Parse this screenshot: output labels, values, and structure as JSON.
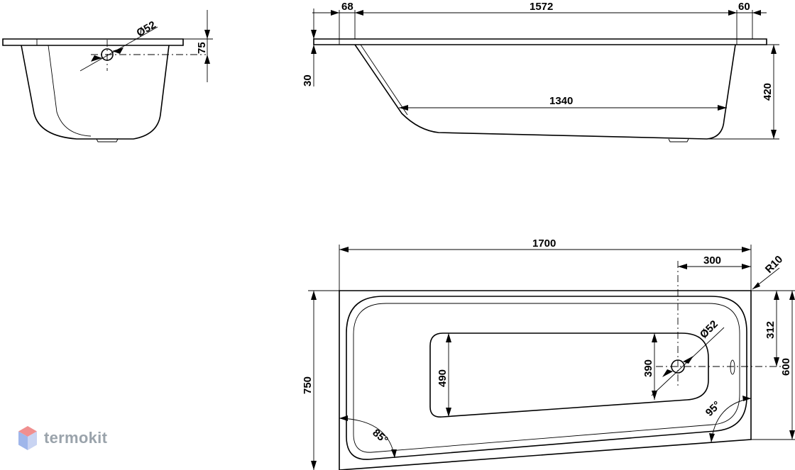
{
  "side_view": {
    "drain_diameter": "Ø52",
    "drain_height": "75"
  },
  "front_view": {
    "left_rim": "68",
    "top_length": "1572",
    "right_rim": "60",
    "rim_thickness": "30",
    "height": "420",
    "bottom_length": "1340"
  },
  "plan_view": {
    "total_length": "1700",
    "drain_offset": "300",
    "corner_radius": "R10",
    "total_width": "750",
    "drain_from_top": "312",
    "right_width": "600",
    "drain_diameter": "Ø52",
    "inner_width_left": "490",
    "inner_width_right": "390",
    "angle_left": "85°",
    "angle_right": "95°"
  },
  "brand": {
    "name": "termokit",
    "logo_icon": "hexagon-cube-icon",
    "colors": {
      "top": "#f08f8f",
      "left": "#9fb6ea",
      "right": "#c9d4f2",
      "text": "#9aa3ab"
    }
  }
}
